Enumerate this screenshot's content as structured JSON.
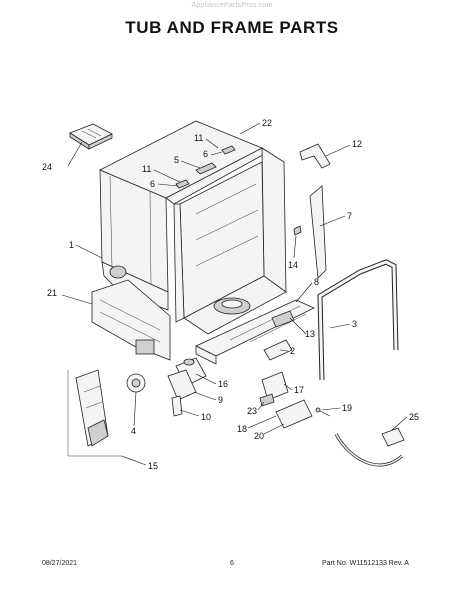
{
  "watermark": "AppliancePartsPros.com",
  "title": "TUB AND FRAME PARTS",
  "callouts": [
    {
      "id": "c22",
      "label": "22"
    },
    {
      "id": "c11a",
      "label": "11"
    },
    {
      "id": "c6a",
      "label": "6"
    },
    {
      "id": "c24",
      "label": "24"
    },
    {
      "id": "c5",
      "label": "5"
    },
    {
      "id": "c11b",
      "label": "11"
    },
    {
      "id": "c6b",
      "label": "6"
    },
    {
      "id": "c12",
      "label": "12"
    },
    {
      "id": "c7",
      "label": "7"
    },
    {
      "id": "c1",
      "label": "1"
    },
    {
      "id": "c14",
      "label": "14"
    },
    {
      "id": "c21",
      "label": "21"
    },
    {
      "id": "c8",
      "label": "8"
    },
    {
      "id": "c3",
      "label": "3"
    },
    {
      "id": "c13",
      "label": "13"
    },
    {
      "id": "c2",
      "label": "2"
    },
    {
      "id": "c16",
      "label": "16"
    },
    {
      "id": "c17",
      "label": "17"
    },
    {
      "id": "c9",
      "label": "9"
    },
    {
      "id": "c19",
      "label": "19"
    },
    {
      "id": "c23",
      "label": "23"
    },
    {
      "id": "c25",
      "label": "25"
    },
    {
      "id": "c4",
      "label": "4"
    },
    {
      "id": "c10",
      "label": "10"
    },
    {
      "id": "c18",
      "label": "18"
    },
    {
      "id": "c20",
      "label": "20"
    },
    {
      "id": "c15",
      "label": "15"
    }
  ],
  "footer": {
    "date": "08/27/2021",
    "page": "6",
    "part_no": "Part No. W11512133  Rev. A"
  }
}
